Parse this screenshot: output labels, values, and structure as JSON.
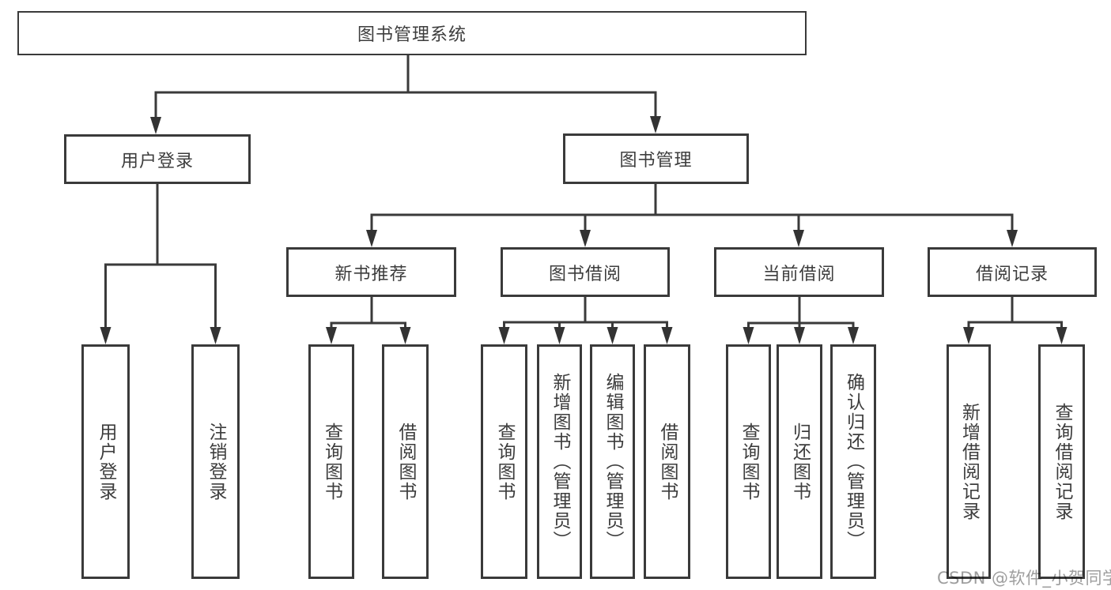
{
  "nodes": {
    "root": "图书管理系统",
    "user_login": "用户登录",
    "book_mgmt": "图书管理",
    "new_book_rec": "新书推荐",
    "book_borrow": "图书借阅",
    "current_borrow": "当前借阅",
    "borrow_record": "借阅记录",
    "leaf_user_login": "用户登录",
    "leaf_logout": "注销登录",
    "leaf_query_book_rec": "查询图书",
    "leaf_borrow_book_rec": "借阅图书",
    "leaf_query_book_borrow": "查询图书",
    "leaf_add_book": "新增图书（管理员）",
    "leaf_edit_book": "编辑图书（管理员）",
    "leaf_borrow_book": "借阅图书",
    "leaf_query_book_current": "查询图书",
    "leaf_return_book": "归还图书",
    "leaf_confirm_return": "确认归还（管理员）",
    "leaf_add_borrow_record": "新增借阅记录",
    "leaf_query_borrow_record": "查询借阅记录"
  },
  "watermark": "CSDN @软件_小贺同学",
  "colors": {
    "line": "#3a3a3a",
    "text": "#3d3d3d",
    "watermark_gray": "#9e9e9e",
    "background": "#ffffff"
  }
}
